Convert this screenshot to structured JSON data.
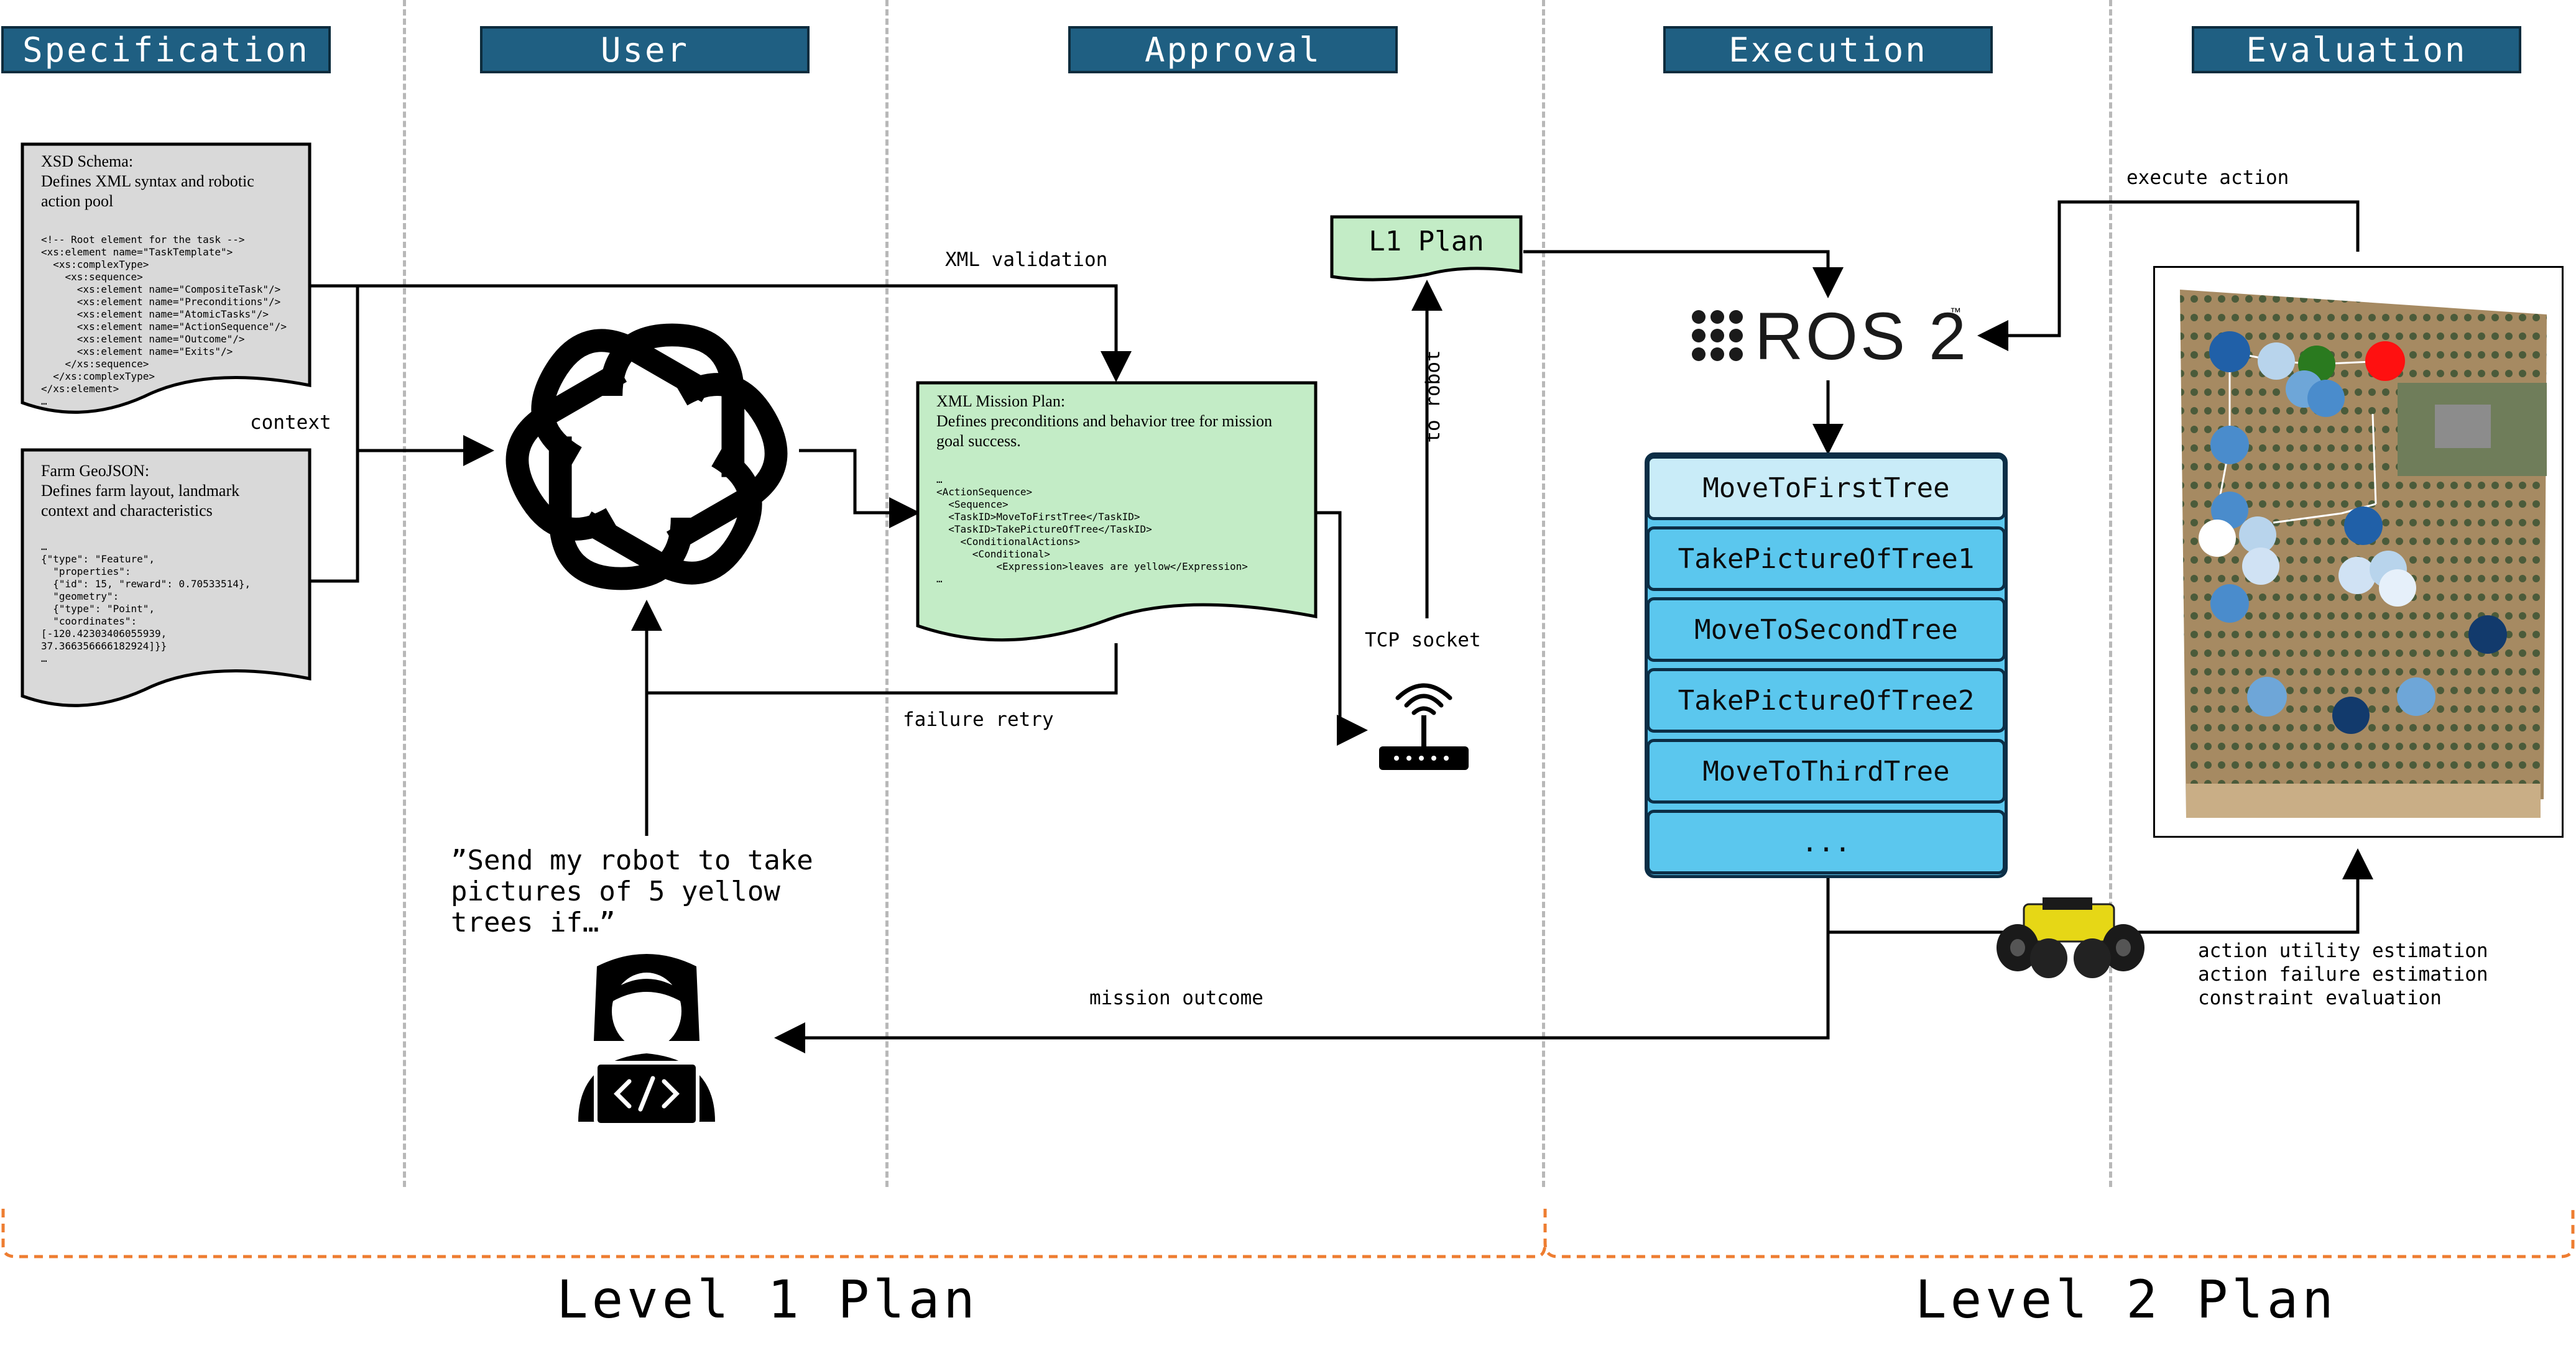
{
  "headers": [
    "Specification",
    "User",
    "Approval",
    "Execution",
    "Evaluation"
  ],
  "xsd_doc": {
    "title": "XSD Schema:\nDefines XML syntax and robotic\naction pool",
    "code": "<!-- Root element for the task -->\n<xs:element name=\"TaskTemplate\">\n  <xs:complexType>\n    <xs:sequence>\n      <xs:element name=\"CompositeTask\"/>\n      <xs:element name=\"Preconditions\"/>\n      <xs:element name=\"AtomicTasks\"/>\n      <xs:element name=\"ActionSequence\"/>\n      <xs:element name=\"Outcome\"/>\n      <xs:element name=\"Exits\"/>\n    </xs:sequence>\n  </xs:complexType>\n</xs:element>\n…"
  },
  "geojson_doc": {
    "title": "Farm GeoJSON:\nDefines farm layout, landmark\ncontext and characteristics",
    "code": "…\n{\"type\": \"Feature\",\n  \"properties\":\n  {\"id\": 15, \"reward\": 0.70533514},\n  \"geometry\":\n  {\"type\": \"Point\",\n  \"coordinates\":\n[-120.42303406055939,\n37.366356666182924]}}\n…"
  },
  "mission_doc": {
    "title": "XML Mission Plan:\nDefines preconditions and behavior tree for mission\ngoal success.",
    "code": "…\n<ActionSequence>\n  <Sequence>\n  <TaskID>MoveToFirstTree</TaskID>\n  <TaskID>TakePictureOfTree</TaskID>\n    <ConditionalActions>\n      <Conditional>\n          <Expression>leaves are yellow</Expression>\n…"
  },
  "labels": {
    "context": "context",
    "xml_validation": "XML validation",
    "failure_retry": "failure retry",
    "to_robot": "to robot",
    "tcp_socket": "TCP socket",
    "l1_plan": "L1 Plan",
    "execute_action": "execute action",
    "mission_outcome": "mission outcome",
    "evaluation_items": [
      "action utility estimation",
      "action failure estimation",
      "constraint evaluation"
    ],
    "user_prompt": "”Send my robot to take\npictures of 5 yellow\ntrees if…”",
    "ros": "ROS 2",
    "ros_tm": "™"
  },
  "actions": [
    "MoveToFirstTree",
    "TakePictureOfTree1",
    "MoveToSecondTree",
    "TakePictureOfTree2",
    "MoveToThirdTree",
    "..."
  ],
  "levels": [
    "Level 1 Plan",
    "Level 2 Plan"
  ],
  "colors": {
    "header_bg": "#1f5f82",
    "doc_gray": "#d9d9d9",
    "doc_green": "#c3ecc6",
    "action_first": "#c9ecf8",
    "action": "#5bc7ee",
    "brace": "#ee7d31"
  }
}
